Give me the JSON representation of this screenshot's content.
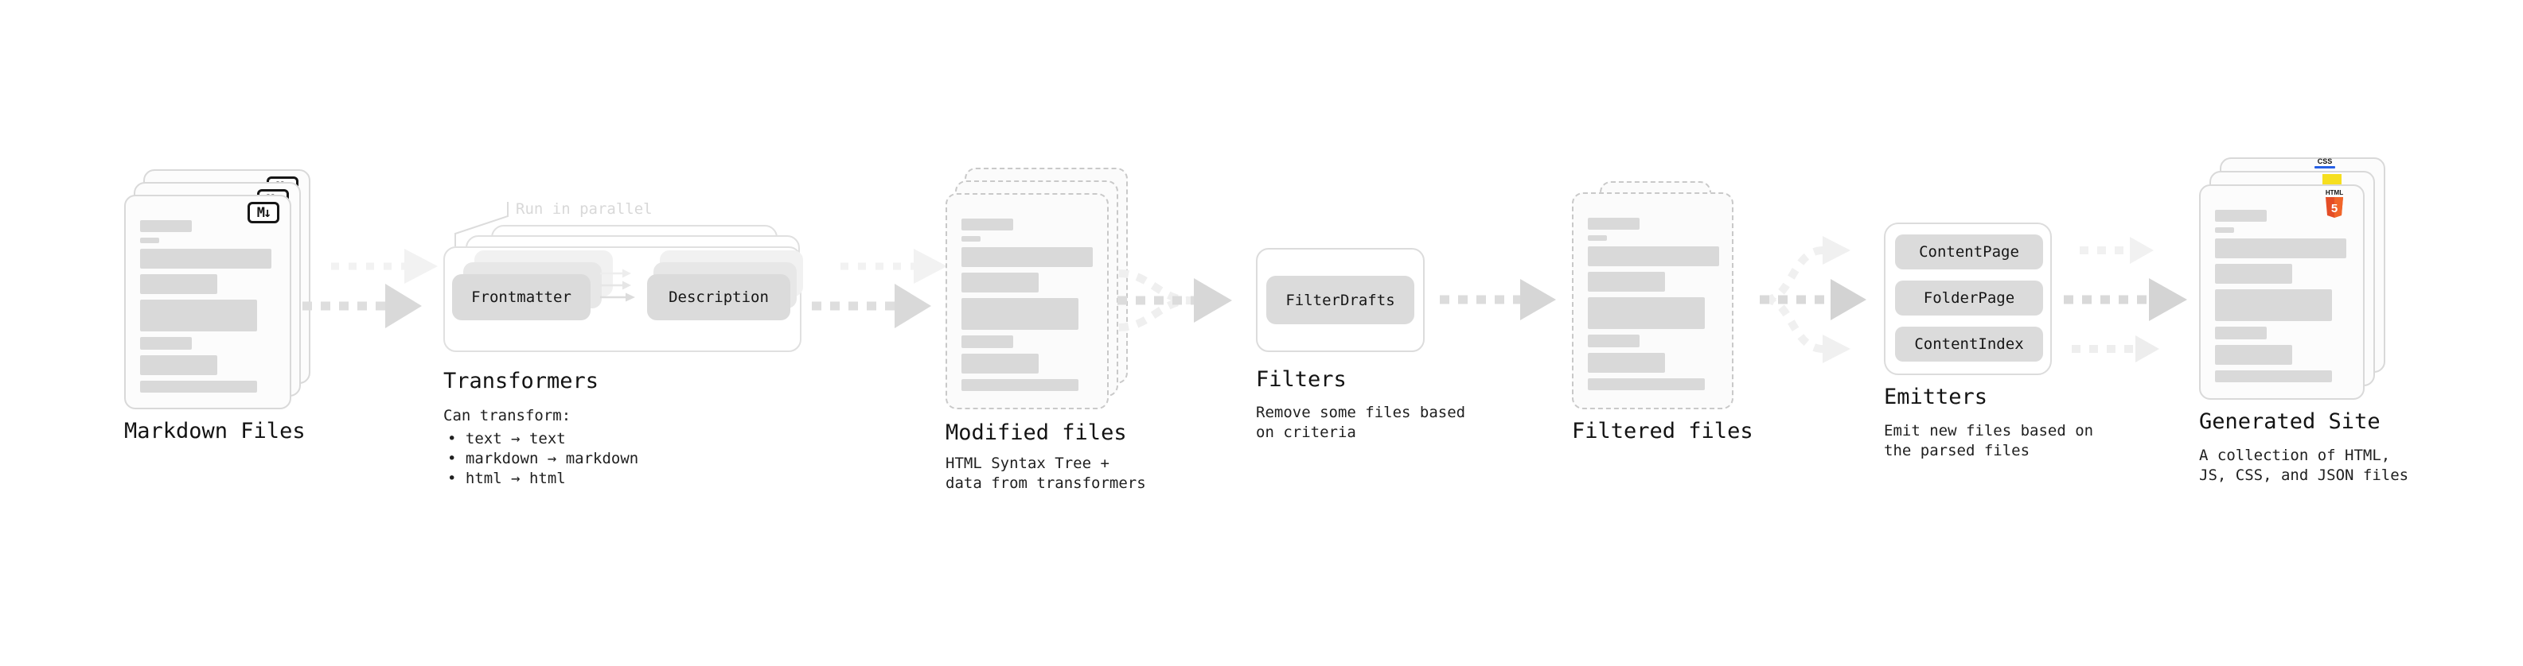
{
  "markdown": {
    "label": "Markdown Files",
    "badge": "M↓"
  },
  "transformers": {
    "annotation": "Run in parallel",
    "pill_left": "Frontmatter",
    "pill_right": "Description",
    "title": "Transformers",
    "subtitle": "Can transform:",
    "bullets": [
      "• text → text",
      "• markdown → markdown",
      "• html → html"
    ]
  },
  "modified": {
    "title": "Modified files",
    "desc_line1": "HTML Syntax Tree +",
    "desc_line2": "data from transformers"
  },
  "filters": {
    "pill": "FilterDrafts",
    "title": "Filters",
    "desc_line1": "Remove some files based",
    "desc_line2": "on criteria"
  },
  "filtered": {
    "label": "Filtered files"
  },
  "emitters": {
    "pill_top": "ContentPage",
    "pill_middle": "FolderPage",
    "pill_bottom": "ContentIndex",
    "title": "Emitters",
    "desc_line1": "Emit new files based on",
    "desc_line2": "the parsed files"
  },
  "generated": {
    "title": "Generated Site",
    "desc_line1": "A collection of HTML,",
    "desc_line2": "JS, CSS, and JSON files",
    "html5_label": "HTML",
    "html5_number": "5",
    "css_label": "CSS"
  },
  "colors": {
    "card_border": "#d9d9d9",
    "dashed_border": "#c9c9c9",
    "skeleton_bar": "#d9d9d9",
    "pill_bg": "#dbdbdb",
    "arrow_main": "#d9d9d9",
    "arrow_ghost": "#f1f1f1",
    "text": "#1a1a1a",
    "annotation_gray": "#d8d8d8",
    "html5_orange": "#e44d26",
    "js_yellow": "#f6df1f",
    "css_blue": "#2760e6"
  }
}
